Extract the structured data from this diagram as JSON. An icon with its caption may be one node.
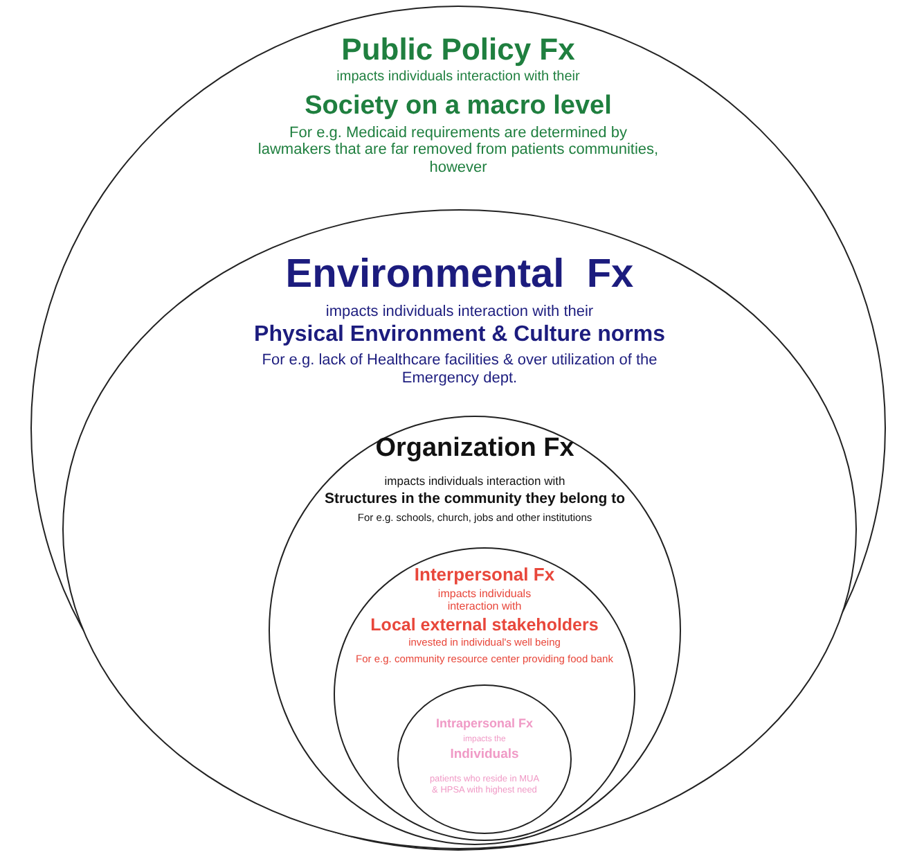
{
  "diagram": {
    "nodes": [
      {
        "text": [
          "Public Policy Fx",
          "impacts individuals interaction with their",
          "Society on a macro level",
          "For e.g. Medicaid requirements are determined by lawmakers that are far removed from patients communities, however"
        ]
      },
      {
        "text": [
          "Environmental  Fx",
          "impacts individuals interaction with their",
          "Physical Environment & Culture norms",
          "For e.g. lack of Healthcare facilities & over utilization of the Emergency dept."
        ],
        "in": 0
      },
      {
        "text": [
          "Organization Fx",
          "impacts individuals interaction with",
          "Structures in the community they belong to",
          "For e.g. schools, church, jobs and other institutions"
        ],
        "in": 1
      },
      {
        "text": [
          "Interpersonal Fx",
          "impacts individuals interaction with",
          "Local external stakeholders",
          "invested in individual's well being",
          "For e.g. community resource center providing food bank"
        ],
        "in": 2
      },
      {
        "text": [
          "Intrapersonal Fx",
          "impacts the",
          "Individuals",
          "patients who reside in MUA & HPSA with highest need"
        ],
        "in": 3
      }
    ]
  }
}
